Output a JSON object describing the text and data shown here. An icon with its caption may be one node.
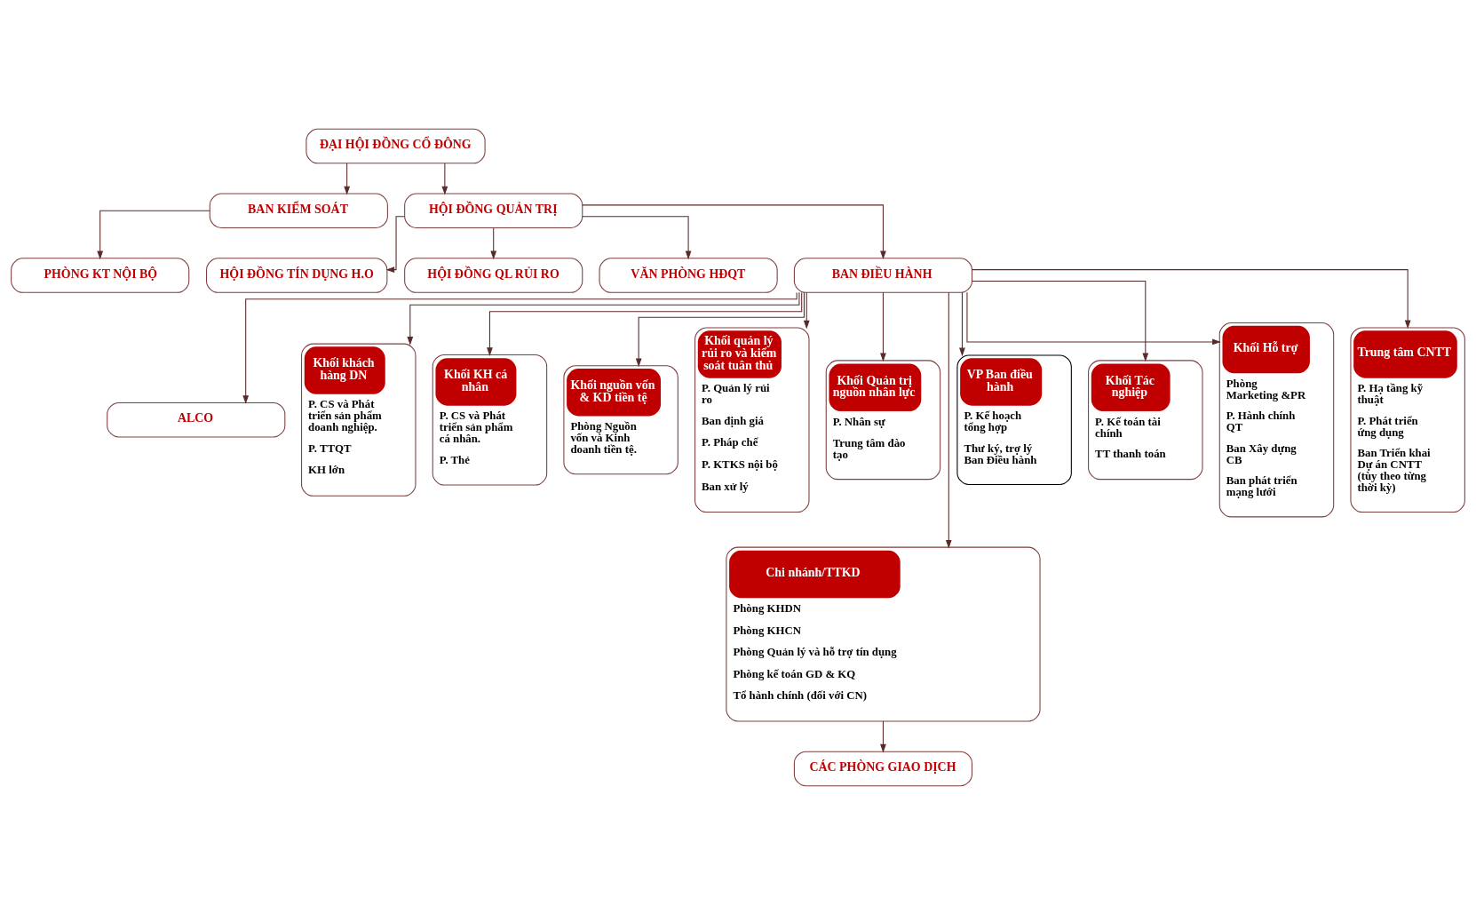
{
  "diagram": {
    "nodes": [
      {
        "text": [
          "ĐẠI HỘI ĐỒNG CỔ ĐÔNG"
        ]
      },
      {
        "text": [
          "BAN KIỂM SOÁT"
        ]
      },
      {
        "text": [
          "HỘI ĐỒNG QUẢN TRỊ"
        ]
      },
      {
        "text": [
          "PHÒNG KT NỘI BỘ"
        ]
      },
      {
        "text": [
          "HỘI ĐỒNG QL RỦI RO"
        ]
      },
      {
        "text": [
          "HỘI ĐỒNG TÍN DỤNG H.O"
        ]
      },
      {
        "text": [
          "VĂN PHÒNG HĐQT"
        ]
      },
      {
        "text": [
          "BAN ĐIỀU HÀNH"
        ]
      },
      {
        "text": [
          "ALCO"
        ]
      },
      {
        "text": [
          "Khối khách hàng DN",
          "P. CS và Phát triển sản phẩm doanh nghiệp.",
          "P. TTQT",
          "KH lớn"
        ]
      },
      {
        "text": [
          "Khối KH cá nhân",
          "P. CS và Phát triển sản phẩm cá nhân.",
          "P. Thẻ"
        ]
      },
      {
        "text": [
          "Khối nguồn vốn & KD tiền tệ",
          "Phòng Nguồn vốn và Kinh doanh tiền tệ."
        ]
      },
      {
        "text": [
          "Khối quản lý rủi ro và kiểm soát tuân thủ",
          "P. Quản lý rủi ro",
          "Ban định giá",
          "P. Pháp chế",
          "P. KTKS nội bộ",
          "Ban xử lý"
        ]
      },
      {
        "text": [
          "Khối Quản trị nguồn nhân lực",
          "P. Nhân sự",
          "Trung tâm đào tạo"
        ]
      },
      {
        "text": [
          "VP Ban điều hành",
          "P. Kế hoạch tổng hợp",
          "Thư ký, trợ lý Ban Điều hành"
        ]
      },
      {
        "text": [
          "Khối Tác nghiệp",
          "P. Kế toán tài chính",
          "TT thanh toán"
        ]
      },
      {
        "text": [
          "Khối Hỗ trợ",
          "Phòng Marketing &PR",
          "P. Hành chính QT",
          "Ban Xây dựng CB",
          "Ban phát triển mạng lưới"
        ]
      },
      {
        "text": [
          "Trung tâm CNTT",
          "P. Hạ tầng kỹ thuật",
          "P. Phát triển ứng dụng",
          "Ban Triển khai Dự án CNTT (tùy theo từng thời kỳ)"
        ]
      },
      {
        "text": [
          "Chi nhánh/TTKD",
          "Phòng KHDN",
          "Phòng KHCN",
          "Phòng Quản lý và hỗ trợ tín dụng",
          "Phòng kế toán GD & KQ",
          "Tổ hành chính (đối với CN)"
        ]
      },
      {
        "text": [
          "CÁC PHÒNG GIAO DỊCH"
        ]
      }
    ],
    "edges": [
      {
        "from": 0,
        "to": 2,
        "arrow": "to"
      },
      {
        "from": 0,
        "to": 1,
        "arrow": "to"
      },
      {
        "from": 1,
        "to": 3,
        "arrow": "to"
      },
      {
        "from": 2,
        "to": 4,
        "arrow": "to"
      },
      {
        "from": 2,
        "to": 5,
        "arrow": "to"
      },
      {
        "from": 2,
        "to": 6,
        "arrow": "to"
      },
      {
        "from": 2,
        "to": 7,
        "arrow": "to"
      },
      {
        "from": 7,
        "to": 8,
        "arrow": "to"
      },
      {
        "from": 7,
        "to": 9,
        "arrow": "to"
      },
      {
        "from": 7,
        "to": 10,
        "arrow": "to"
      },
      {
        "from": 7,
        "to": 11,
        "arrow": "to"
      },
      {
        "from": 7,
        "to": 12,
        "arrow": "to"
      },
      {
        "from": 7,
        "to": 13,
        "arrow": "to"
      },
      {
        "from": 7,
        "to": 14,
        "arrow": "to"
      },
      {
        "from": 7,
        "to": 15,
        "arrow": "to"
      },
      {
        "from": 7,
        "to": 16,
        "arrow": "to"
      },
      {
        "from": 7,
        "to": 17,
        "arrow": "to"
      },
      {
        "from": 7,
        "to": 18,
        "arrow": "to"
      },
      {
        "from": 18,
        "to": 19,
        "arrow": "to"
      }
    ]
  }
}
